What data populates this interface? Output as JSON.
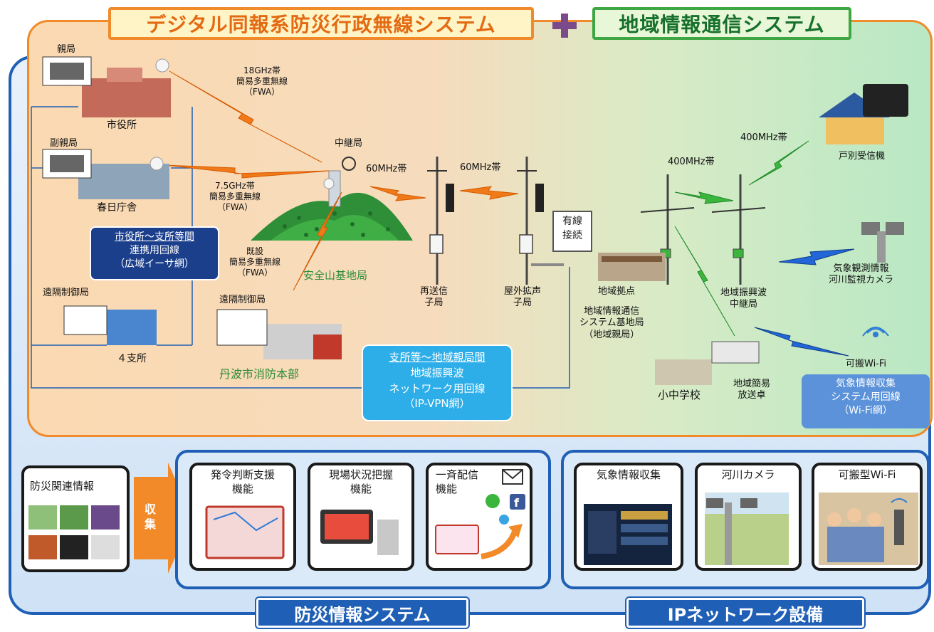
{
  "banners": {
    "left": "デジタル同報系防災行政無線システム",
    "right": "地域情報通信システム"
  },
  "stations": {
    "parent": "親局",
    "city_hall": "市役所",
    "sub_parent": "副親局",
    "kasuga": "春日庁舎",
    "remote_control_1": "遠隔制御局",
    "branches": "４支所",
    "remote_control_2": "遠隔制御局",
    "fire_hq": "丹波市消防本部",
    "relay": "中継局",
    "mountain_base": "安全山基地局",
    "retransmit": "再送信\n子局",
    "outdoor_speaker": "屋外拡声\n子局",
    "regional_hub": "地域拠点",
    "regional_base": "地域情報通信\nシステム基地局\n（地域親局）",
    "regional_relay": "地域振興波\n中継局",
    "school": "小中学校",
    "regional_simple": "地域簡易\n放送卓",
    "home_receiver": "戸別受信機",
    "weather_camera": "気象観測情報\n河川監視カメラ",
    "portable_wifi": "可搬Wi-Fi"
  },
  "links": {
    "fwa_18": "18GHz帯\n簡易多重無線\n（FWA）",
    "fwa_75": "7.5GHz帯\n簡易多重無線\n（FWA）",
    "existing": "既設\n簡易多重無線\n（FWA）",
    "mhz60_a": "60MHz帯",
    "mhz60_b": "60MHz帯",
    "mhz400_a": "400MHz帯",
    "mhz400_b": "400MHz帯",
    "wired": "有線\n接続"
  },
  "boxes": {
    "navy_title": "市役所～支所等間",
    "navy_body": "連携用回線\n（広域イーサ網）",
    "cyan_title": "支所等～地域親局間",
    "cyan_body": "地域振興波\nネットワーク用回線\n（IP-VPN網）",
    "lightblue": "気象情報収集\nシステム用回線\n（Wi-Fi網）"
  },
  "bottom": {
    "info_card": "防災関連情報",
    "collect": "収\n集",
    "card_decision": "発令判断支援\n機能",
    "card_situation": "現場状況把握\n機能",
    "card_broadcast": "一斉配信\n機能",
    "card_weather": "気象情報収集",
    "card_river": "河川カメラ",
    "card_wifi": "可搬型Wi-Fi",
    "ribbon_a": "防災情報システム",
    "ribbon_b": "IPネットワーク設備"
  },
  "colors": {
    "orange": "#f08a2a",
    "green": "#3ea642",
    "navy": "#1c3f8c",
    "blue": "#1f5fb5",
    "cyan": "#2eaee8",
    "bolt_orange": "#f07a1a",
    "bolt_green": "#3cb53c",
    "bolt_blue": "#2266d8",
    "plus": "#7a4a8a"
  }
}
